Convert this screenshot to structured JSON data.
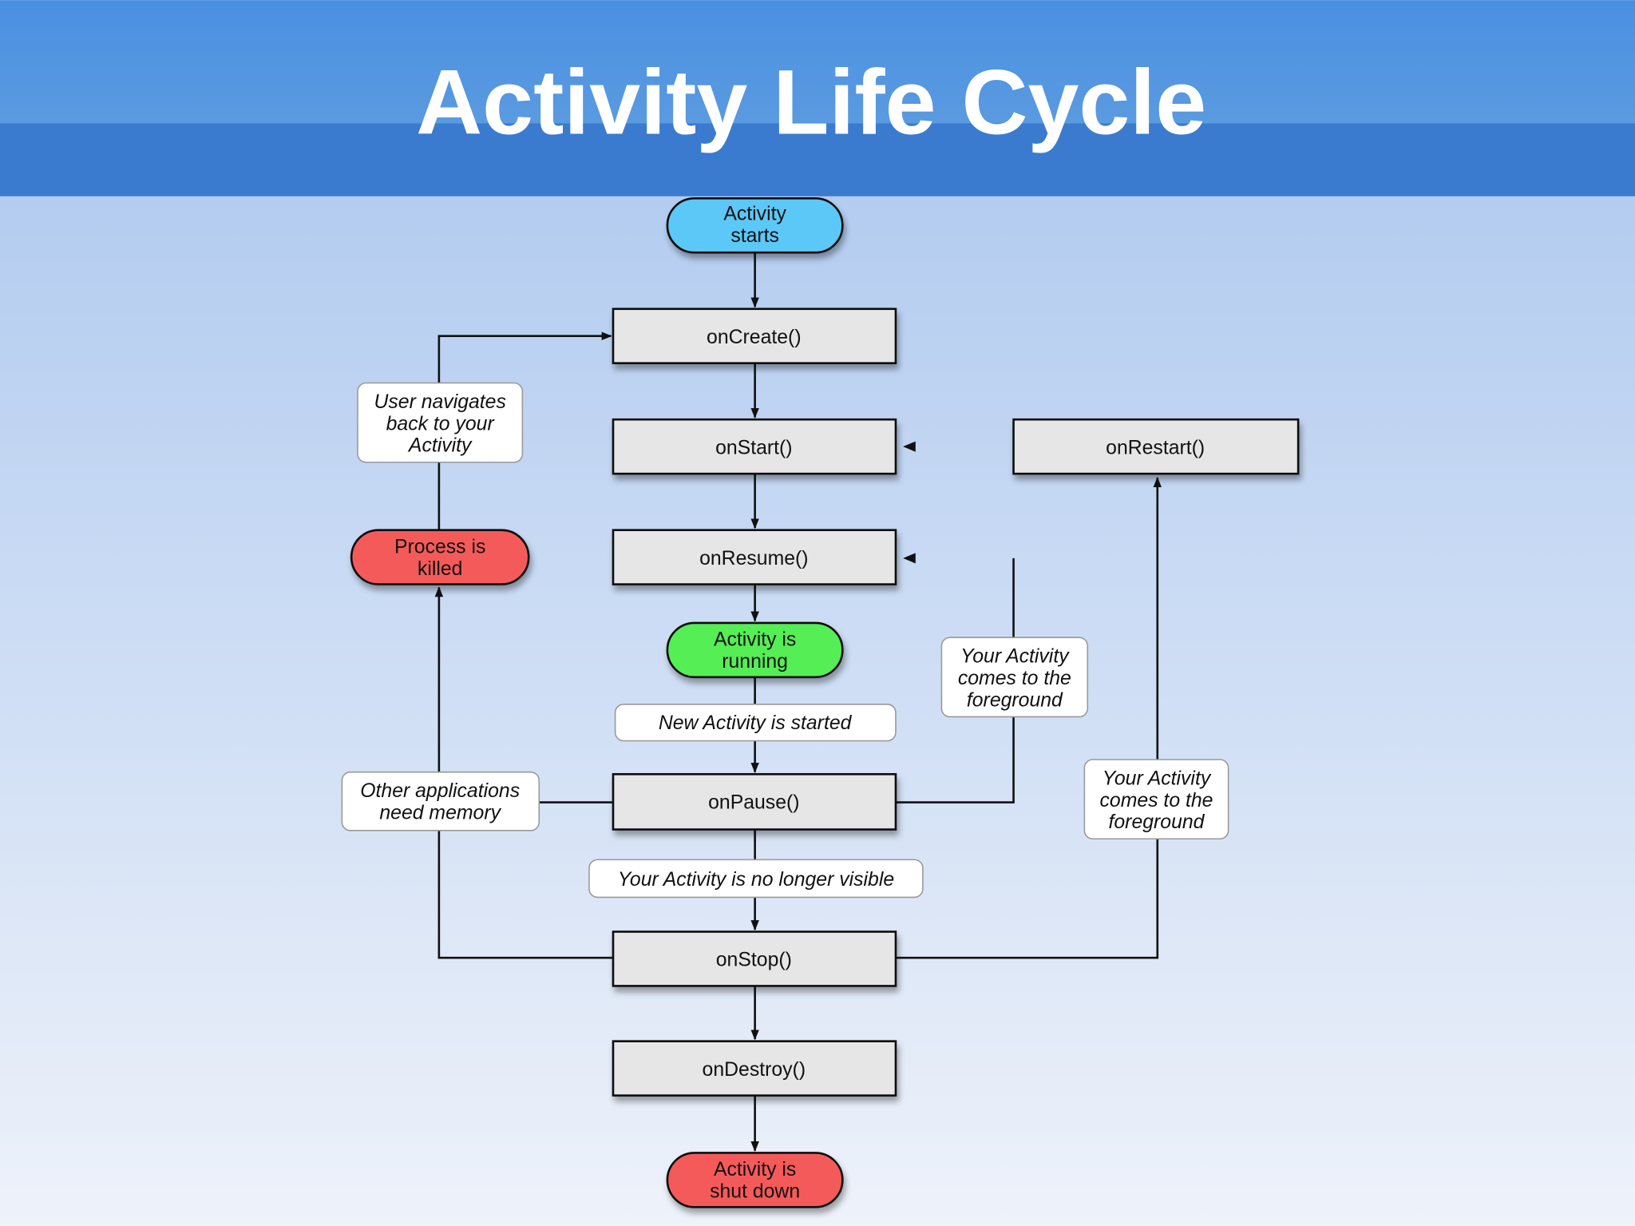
{
  "title": "Activity Life Cycle",
  "colors": {
    "start": "#5bc8f8",
    "running": "#55ee55",
    "terminal": "#f55a5a",
    "box": "#e6e6e6",
    "header": "#3f86dc"
  },
  "nodes": {
    "start": [
      "Activity",
      "starts"
    ],
    "onCreate": "onCreate()",
    "onStart": "onStart()",
    "onResume": "onResume()",
    "running": [
      "Activity is",
      "running"
    ],
    "onPause": "onPause()",
    "onStop": "onStop()",
    "onDestroy": "onDestroy()",
    "shutdown": [
      "Activity is",
      "shut down"
    ],
    "onRestart": "onRestart()",
    "killed": [
      "Process is",
      "killed"
    ]
  },
  "labels": {
    "new_activity": "New Activity is started",
    "not_visible": "Your Activity is no longer visible",
    "user_navigates": [
      "User navigates",
      "back to your",
      "Activity"
    ],
    "other_apps": [
      "Other applications",
      "need memory"
    ],
    "foreground1": [
      "Your Activity",
      "comes to the",
      "foreground"
    ],
    "foreground2": [
      "Your Activity",
      "comes to the",
      "foreground"
    ]
  }
}
